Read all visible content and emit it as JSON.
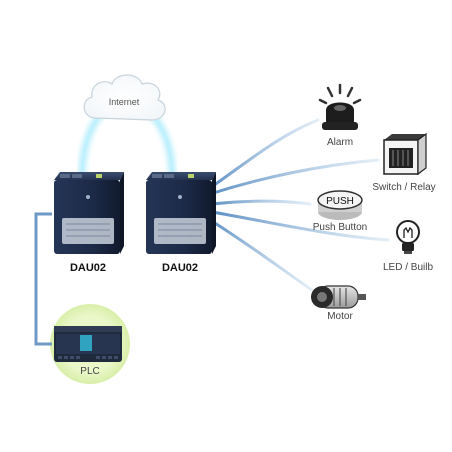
{
  "cloud": {
    "label": "Internet"
  },
  "devices": [
    {
      "label": "DAU02"
    },
    {
      "label": "DAU02"
    }
  ],
  "plc": {
    "label": "PLC"
  },
  "endpoints": [
    {
      "label": "Alarm",
      "icon": "alarm-light-icon"
    },
    {
      "label": "Switch / Relay",
      "icon": "relay-icon"
    },
    {
      "label": "Push Button",
      "icon": "push-button-icon",
      "button_text": "PUSH"
    },
    {
      "label": "LED / Builb",
      "icon": "lightbulb-icon"
    },
    {
      "label": "Motor",
      "icon": "motor-icon"
    }
  ],
  "colors": {
    "link": "#7fa7cf",
    "glow": "#7fd6f0",
    "device_body": "#1e2d4a",
    "plc_circle": "#e8f6c6"
  }
}
